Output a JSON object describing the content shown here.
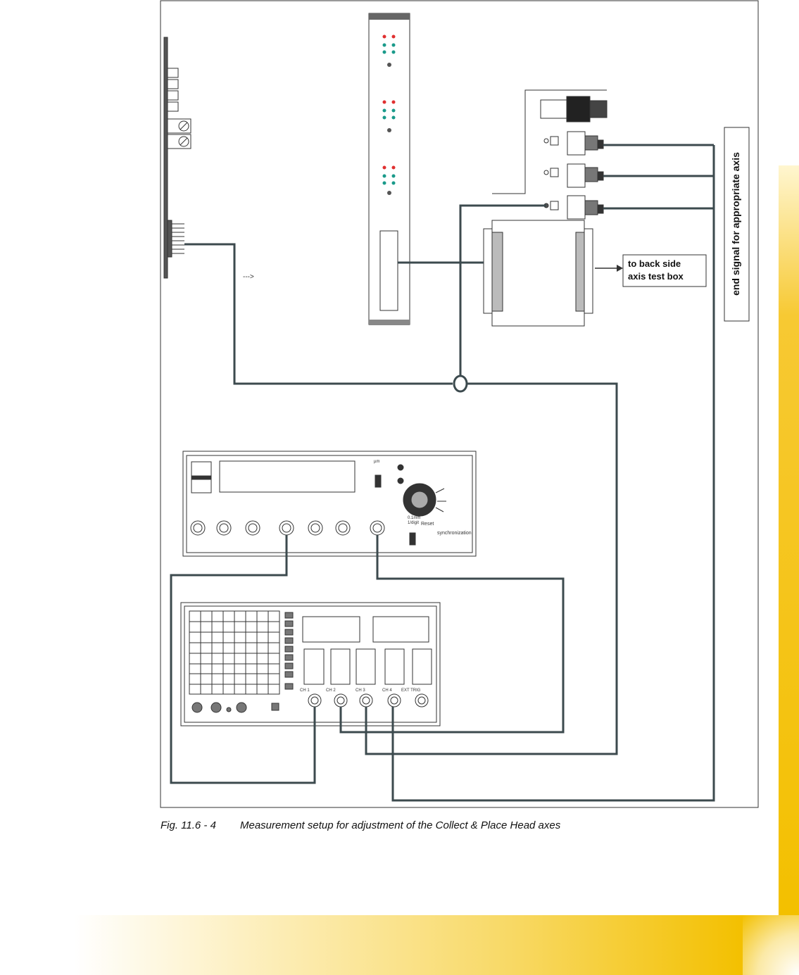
{
  "figure": {
    "caption_number": "Fig. 11.6 - 4",
    "caption_text": "Measurement setup for adjustment of the Collect & Place Head axes"
  },
  "labels": {
    "to_back_side_line1": "to back side",
    "to_back_side_line2": "axis test box",
    "end_signal": "end signal for appropriate axis",
    "arrow_marker": "--->"
  },
  "counter_panel": {
    "unit": "µm",
    "reset": "Reset",
    "synchronization": "synchronization",
    "knob_label_1": "0.1mm",
    "knob_label_2": "1/digit"
  },
  "oscilloscope": {
    "channels": [
      "CH 1",
      "CH 2",
      "CH 3",
      "CH 4",
      "EXT TRIG"
    ]
  },
  "colors": {
    "wire": "#3c4a4e",
    "outline": "#333333",
    "led_red": "#e03030",
    "led_green": "#1a9a8a",
    "accent_yellow": "#f3c000"
  }
}
